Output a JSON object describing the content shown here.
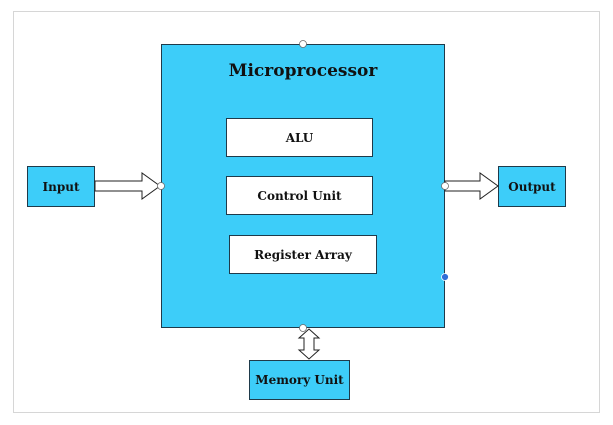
{
  "diagram": {
    "title": "Microprocessor",
    "components": {
      "alu": "ALU",
      "control_unit": "Control Unit",
      "register_array": "Register Array"
    },
    "input_label": "Input",
    "output_label": "Output",
    "memory_label": "Memory Unit"
  },
  "colors": {
    "box_fill": "#3dcdf9",
    "inner_fill": "#ffffff",
    "border": "#1f3a4a"
  }
}
